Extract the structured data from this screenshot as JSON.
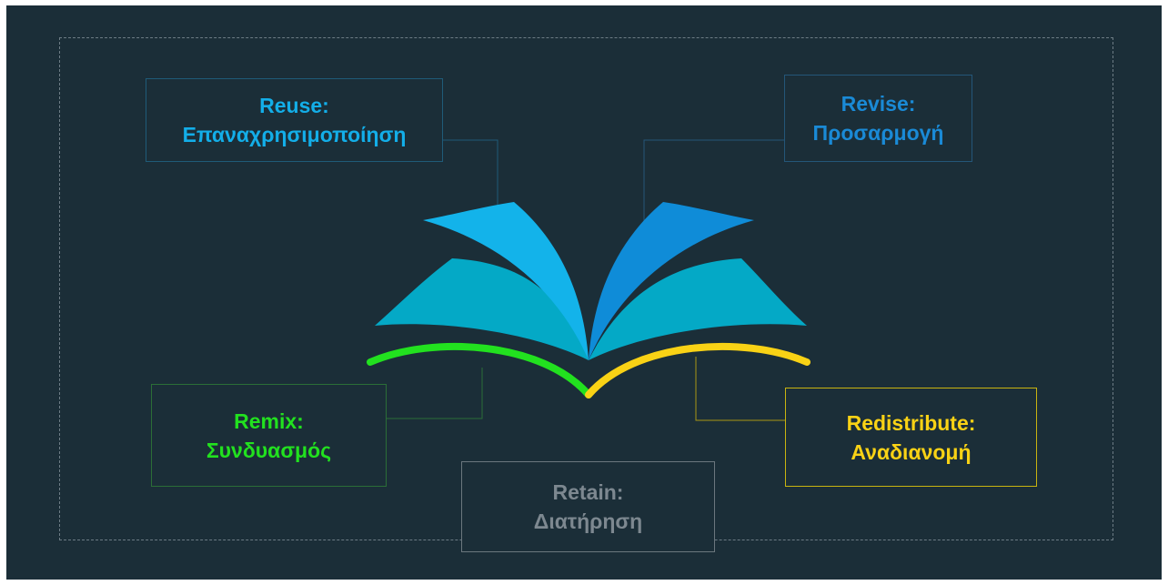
{
  "diagram": {
    "items": [
      {
        "key": "reuse",
        "title": "Reuse:",
        "subtitle": "Επαναχρησιμοποίηση"
      },
      {
        "key": "revise",
        "title": "Revise:",
        "subtitle": "Προσαρμογή"
      },
      {
        "key": "remix",
        "title": "Remix:",
        "subtitle": "Συνδυασμός"
      },
      {
        "key": "redistribute",
        "title": "Redistribute:",
        "subtitle": "Αναδιανομή"
      },
      {
        "key": "retain",
        "title": "Retain:",
        "subtitle": "Διατήρηση"
      }
    ]
  },
  "colors": {
    "background": "#1b2e38",
    "reuse": "#13aee8",
    "revise": "#1a8ad6",
    "pages_outer": "#04a9c6",
    "remix": "#22e11f",
    "redistribute": "#f9d215",
    "retain": "#7d8890"
  }
}
